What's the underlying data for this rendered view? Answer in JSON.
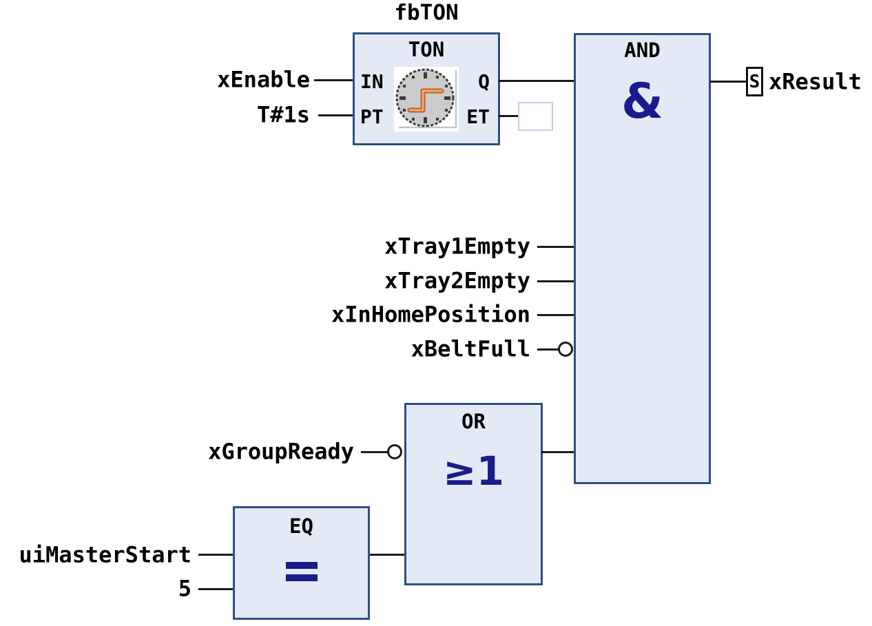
{
  "colors": {
    "block_fill": "#e4eaf5",
    "block_border": "#2e4d86",
    "symbol_navy": "#1b1b8e",
    "wire_black": "#1a1a1a",
    "clock_orange": "#e8813c",
    "et_box_border": "#c9c9e9"
  },
  "network": {
    "ton": {
      "instance_name": "fbTON",
      "type_label": "TON",
      "pin_in": "IN",
      "pin_pt": "PT",
      "pin_q": "Q",
      "pin_et": "ET",
      "in_source": "xEnable",
      "pt_source": "T#1s",
      "et_value": ""
    },
    "and_block": {
      "type_label": "AND",
      "symbol": "&",
      "inputs": [
        {
          "label": "xTray1Empty",
          "negated": false
        },
        {
          "label": "xTray2Empty",
          "negated": false
        },
        {
          "label": "xInHomePosition",
          "negated": false
        },
        {
          "label": "xBeltFull",
          "negated": true
        }
      ]
    },
    "or_block": {
      "type_label": "OR",
      "symbol": "≥1",
      "inputs": [
        {
          "label": "xGroupReady",
          "negated": true
        }
      ]
    },
    "eq_block": {
      "type_label": "EQ",
      "inputs": [
        {
          "label": "uiMasterStart"
        },
        {
          "label": "5"
        }
      ]
    },
    "output": {
      "coil_modifier": "S",
      "target": "xResult"
    }
  }
}
